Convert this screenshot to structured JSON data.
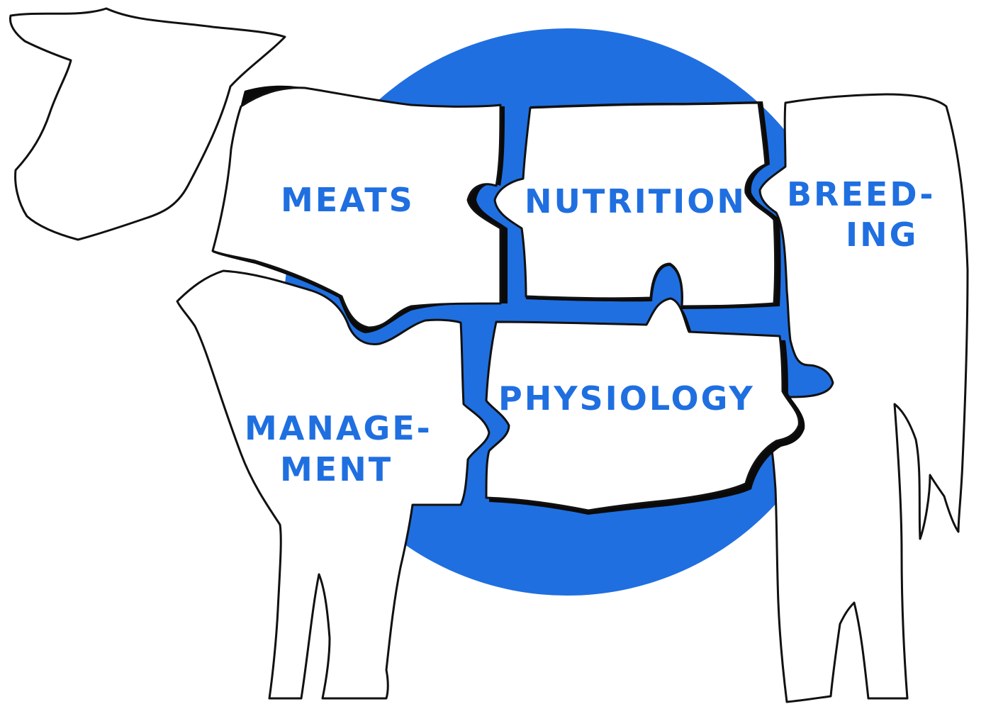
{
  "colors": {
    "accent": "#1f6fe0",
    "outline": "#111111",
    "background": "#ffffff"
  },
  "labels": {
    "meats": "MEATS",
    "nutrition": "NUTRITION",
    "breeding_line1": "BREED-",
    "breeding_line2": "ING",
    "physiology": "PHYSIOLOGY",
    "management_line1": "MANAGE-",
    "management_line2": "MENT"
  }
}
